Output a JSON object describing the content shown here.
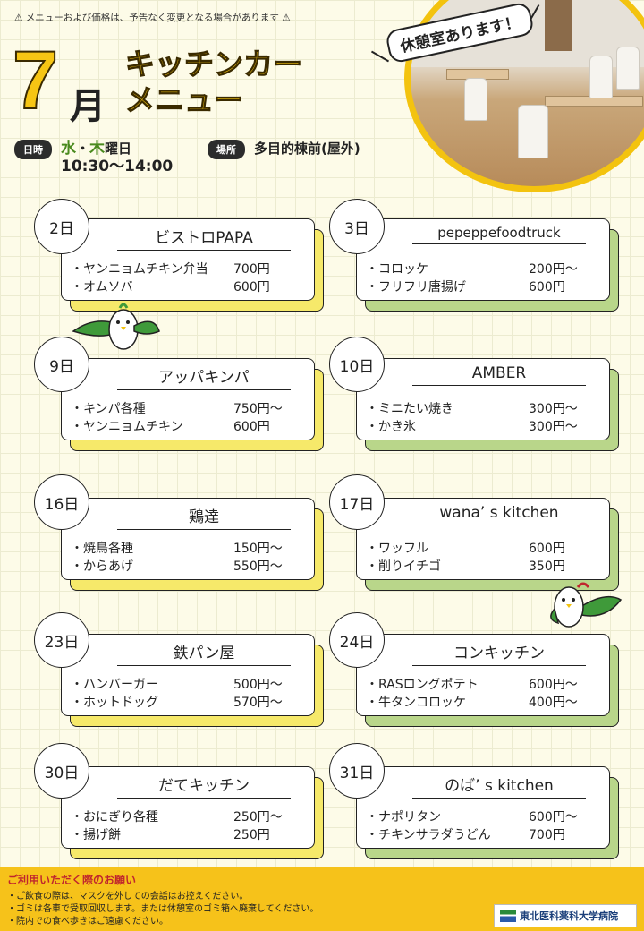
{
  "notice": "⚠ メニューおよび価格は、予告なく変更となる場合があります ⚠",
  "header": {
    "month_number": "7",
    "month_kanji": "月",
    "title_line1": "キッチンカー",
    "title_line2": "メニュー",
    "datetime_label": "日時",
    "weekday_1": "水",
    "weekday_sep": "・",
    "weekday_2": "木",
    "weekday_suffix": "曜日",
    "time": "10:30〜14:00",
    "place_label": "場所",
    "place": "多目的棟前(屋外)",
    "rest_room_badge": "休憩室あります！"
  },
  "cards": [
    {
      "day": "2日",
      "name": "ビストロPAPA",
      "items": [
        {
          "label": "・ヤンニョムチキン弁当",
          "price": "700円"
        },
        {
          "label": "・オムソバ",
          "price": "600円"
        }
      ]
    },
    {
      "day": "3日",
      "name": "pepeppefoodtruck",
      "items": [
        {
          "label": "・コロッケ",
          "price": "200円〜"
        },
        {
          "label": "・フリフリ唐揚げ",
          "price": "600円"
        }
      ]
    },
    {
      "day": "9日",
      "name": "アッパキンパ",
      "items": [
        {
          "label": "・キンパ各種",
          "price": "750円〜"
        },
        {
          "label": "・ヤンニョムチキン",
          "price": "600円"
        }
      ]
    },
    {
      "day": "10日",
      "name": "AMBER",
      "items": [
        {
          "label": "・ミニたい焼き",
          "price": "300円〜"
        },
        {
          "label": "・かき氷",
          "price": "300円〜"
        }
      ]
    },
    {
      "day": "16日",
      "name": "鶏達",
      "items": [
        {
          "label": "・焼鳥各種",
          "price": "150円〜"
        },
        {
          "label": "・からあげ",
          "price": "550円〜"
        }
      ]
    },
    {
      "day": "17日",
      "name": "wana’ s kitchen",
      "items": [
        {
          "label": "・ワッフル",
          "price": "600円"
        },
        {
          "label": "・削りイチゴ",
          "price": "350円"
        }
      ]
    },
    {
      "day": "23日",
      "name": "鉄パン屋",
      "items": [
        {
          "label": "・ハンバーガー",
          "price": "500円〜"
        },
        {
          "label": "・ホットドッグ",
          "price": "570円〜"
        }
      ]
    },
    {
      "day": "24日",
      "name": "コンキッチン",
      "items": [
        {
          "label": "・RASロングポテト",
          "price": "600円〜"
        },
        {
          "label": "・牛タンコロッケ",
          "price": "400円〜"
        }
      ]
    },
    {
      "day": "30日",
      "name": "だてキッチン",
      "items": [
        {
          "label": "・おにぎり各種",
          "price": "250円〜"
        },
        {
          "label": "・揚げ餅",
          "price": "250円"
        }
      ]
    },
    {
      "day": "31日",
      "name": "のば’ s kitchen",
      "items": [
        {
          "label": "・ナポリタン",
          "price": "600円〜"
        },
        {
          "label": "・チキンサラダうどん",
          "price": "700円"
        }
      ]
    }
  ],
  "footer": {
    "title": "ご利用いただく際のお願い",
    "lines": [
      "・ご飲食の際は、マスクを外しての会話はお控えください。",
      "・ゴミは各車で受取回収します。または休憩室のゴミ箱へ廃棄してください。",
      "・院内での食べ歩きはご遠慮ください。"
    ],
    "hospital_name": "東北医科薬科大学病院"
  },
  "colors": {
    "yellow": "#f6c21a",
    "card_yellow": "#f6e96a",
    "card_green": "#b9d68a",
    "red": "#c0262d"
  }
}
